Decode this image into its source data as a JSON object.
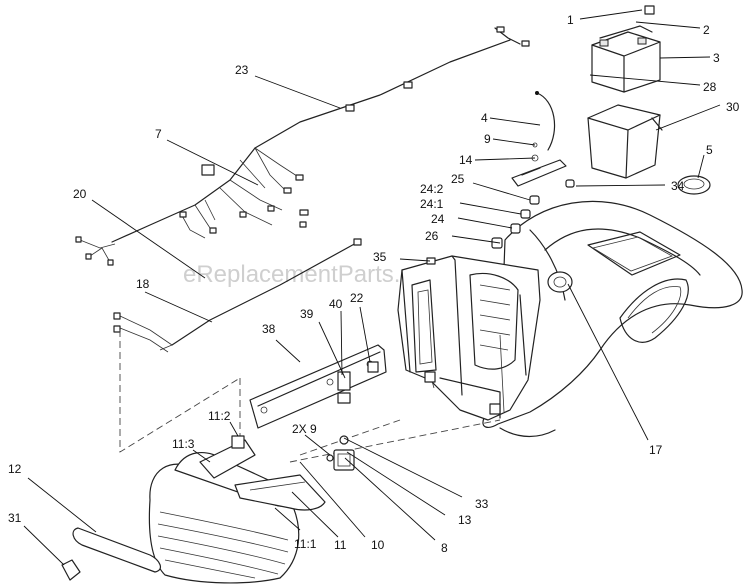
{
  "watermark": "eReplacementParts.com",
  "callouts": [
    {
      "id": "c1",
      "label": "1"
    },
    {
      "id": "c2",
      "label": "2"
    },
    {
      "id": "c3",
      "label": "3"
    },
    {
      "id": "c28",
      "label": "28"
    },
    {
      "id": "c30",
      "label": "30"
    },
    {
      "id": "c5",
      "label": "5"
    },
    {
      "id": "c4",
      "label": "4"
    },
    {
      "id": "c9",
      "label": "9"
    },
    {
      "id": "c14",
      "label": "14"
    },
    {
      "id": "c34",
      "label": "34"
    },
    {
      "id": "c25",
      "label": "25"
    },
    {
      "id": "c242",
      "label": "24:2"
    },
    {
      "id": "c241",
      "label": "24:1"
    },
    {
      "id": "c24",
      "label": "24"
    },
    {
      "id": "c26",
      "label": "26"
    },
    {
      "id": "c35",
      "label": "35"
    },
    {
      "id": "c23",
      "label": "23"
    },
    {
      "id": "c7",
      "label": "7"
    },
    {
      "id": "c20",
      "label": "20"
    },
    {
      "id": "c18",
      "label": "18"
    },
    {
      "id": "c38",
      "label": "38"
    },
    {
      "id": "c39",
      "label": "39"
    },
    {
      "id": "c40",
      "label": "40"
    },
    {
      "id": "c22",
      "label": "22"
    },
    {
      "id": "c112",
      "label": "11:2"
    },
    {
      "id": "c113",
      "label": "11:3"
    },
    {
      "id": "c2x9",
      "label": "2X 9"
    },
    {
      "id": "c12",
      "label": "12"
    },
    {
      "id": "c31",
      "label": "31"
    },
    {
      "id": "c111",
      "label": "11:1"
    },
    {
      "id": "c11",
      "label": "11"
    },
    {
      "id": "c10",
      "label": "10"
    },
    {
      "id": "c8",
      "label": "8"
    },
    {
      "id": "c13",
      "label": "13"
    },
    {
      "id": "c33",
      "label": "33"
    },
    {
      "id": "c17",
      "label": "17"
    }
  ]
}
